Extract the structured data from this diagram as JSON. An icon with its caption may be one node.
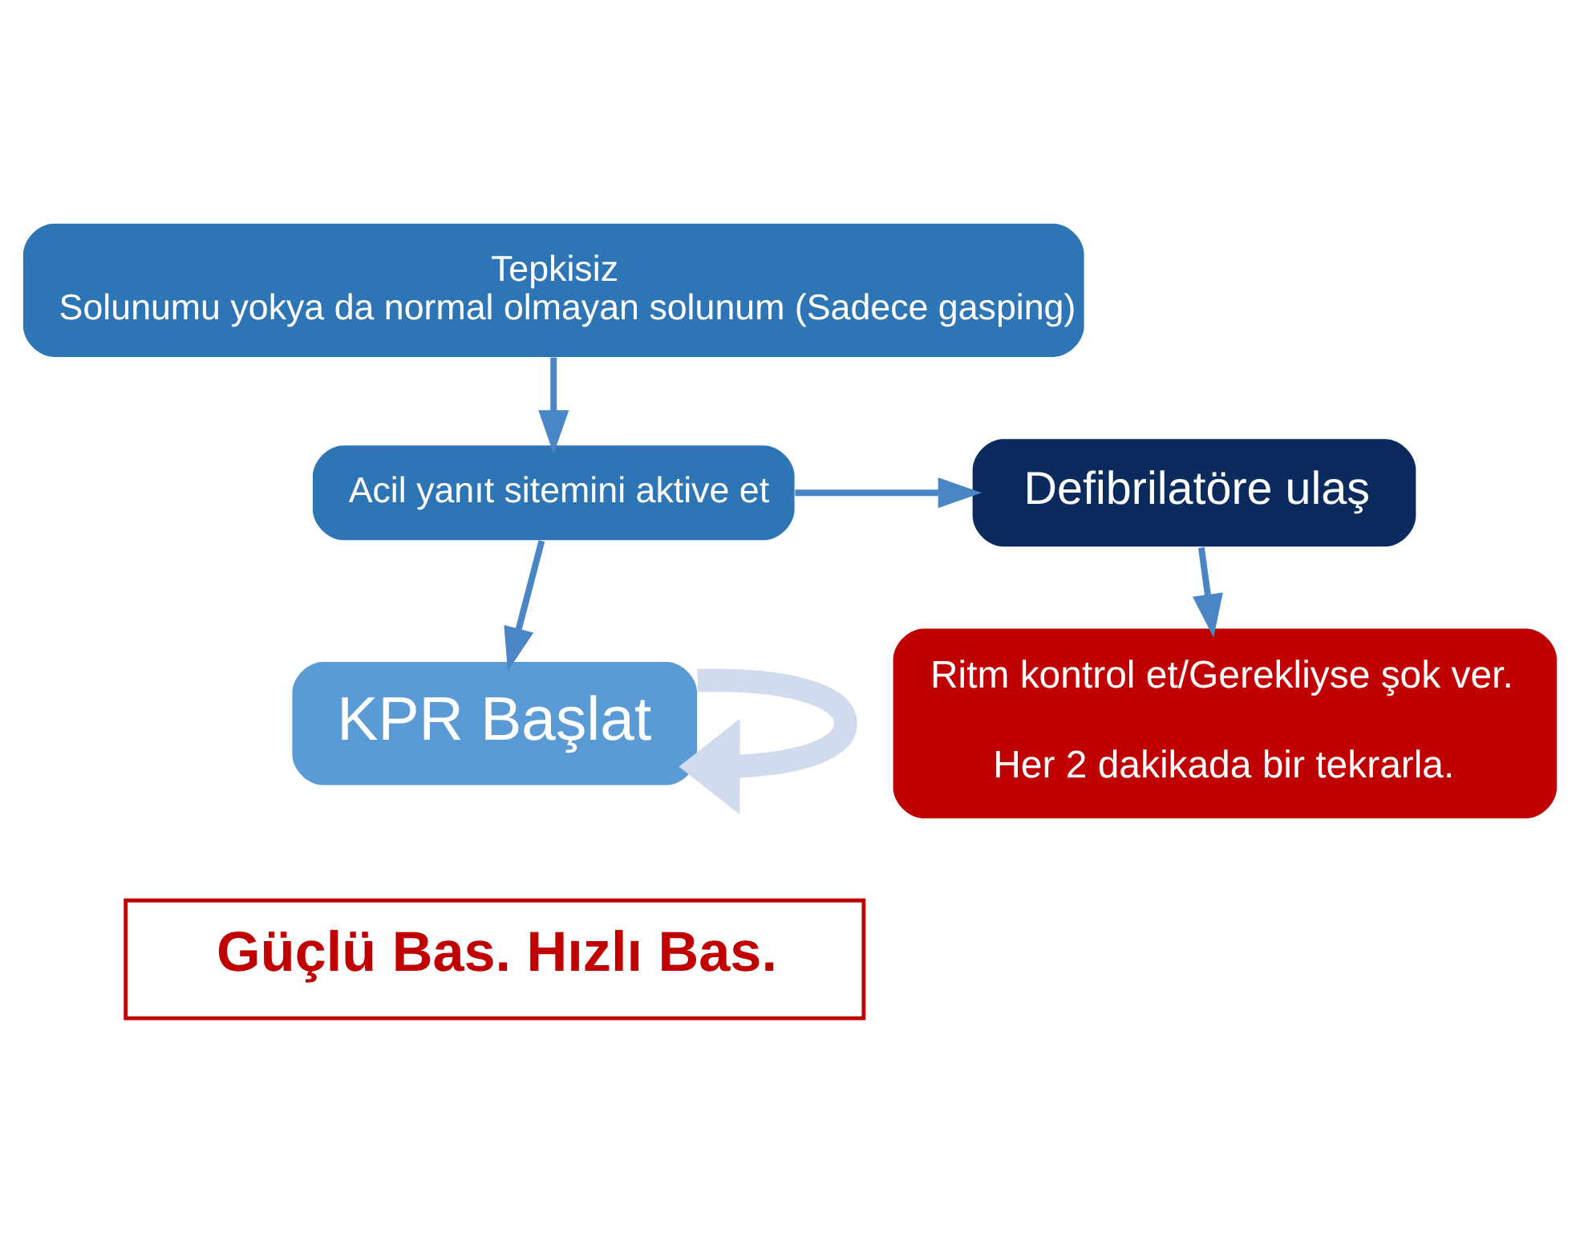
{
  "diagram": {
    "nodes": [
      {
        "text": [
          "Tepkisiz",
          "Solunumu yokya da normal olmayan solunum (Sadece gasping)"
        ]
      },
      {
        "text": [
          "Acil yanıt sitemini aktive et"
        ]
      },
      {
        "text": [
          "Defibrilatöre ulaş"
        ]
      },
      {
        "text": [
          "KPR Başlat"
        ]
      },
      {
        "text": [
          "Ritm kontrol et/Gerekliyse şok ver.",
          "Her 2 dakikada bir tekrarla."
        ]
      },
      {
        "text": [
          "Güçlü Bas. Hızlı Bas."
        ]
      }
    ],
    "edges": [
      {
        "from": 0,
        "to": 1,
        "arrow": "to"
      },
      {
        "from": 1,
        "to": 2,
        "arrow": "to"
      },
      {
        "from": 1,
        "to": 3,
        "arrow": "to"
      },
      {
        "from": 2,
        "to": 4,
        "arrow": "to"
      },
      {
        "from": 3,
        "to": 3,
        "arrow": "to",
        "style": "thick",
        "color": "#d0dcee"
      }
    ]
  }
}
